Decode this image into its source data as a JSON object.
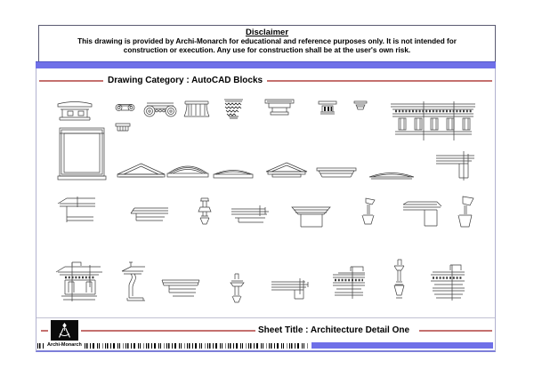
{
  "disclaimer": {
    "title": "Disclaimer",
    "body_line1": "This drawing is provided by Archi-Monarch for educational and reference purposes only. It is not intended for",
    "body_line2": "construction or execution. Any use for construction shall be at the user's own risk."
  },
  "category": {
    "label": "Drawing Category : AutoCAD Blocks"
  },
  "sheet": {
    "title_label": "Sheet Title : Architecture Detail One",
    "brand": "Archi-Monarch",
    "logo_icon": "compass-divider-icon"
  },
  "colors": {
    "accent_bar": "#6F70E8",
    "rule_red": "#C4706E",
    "line_art": "#3D3D3D",
    "logo_bg": "#0A0A0A"
  },
  "blocks": [
    "column-capital",
    "ionic-capital-small",
    "ionic-capital",
    "fluted-capital",
    "corinthian-capital",
    "stepped-capital",
    "dark-capital",
    "small-capital",
    "dentil-entablature",
    "window-frame",
    "fluted-bracket",
    "triangular-pediment",
    "arched-pediment",
    "segmental-pediment",
    "low-triangular-pediment",
    "flat-cornice-cap",
    "dish-pediment",
    "corner-cornice",
    "crown-cornice-1",
    "crown-cornice-2",
    "baluster-finial",
    "crown-cornice-3",
    "crown-cornice-4",
    "corbel-bracket-1",
    "cornice-with-post",
    "corbel-bracket-2",
    "dentil-entablature-2",
    "l-profile-molding",
    "simple-cornice",
    "small-bracket",
    "stepped-cornice",
    "dentil-cornice-1",
    "baluster-profile",
    "dentil-cornice-2"
  ]
}
